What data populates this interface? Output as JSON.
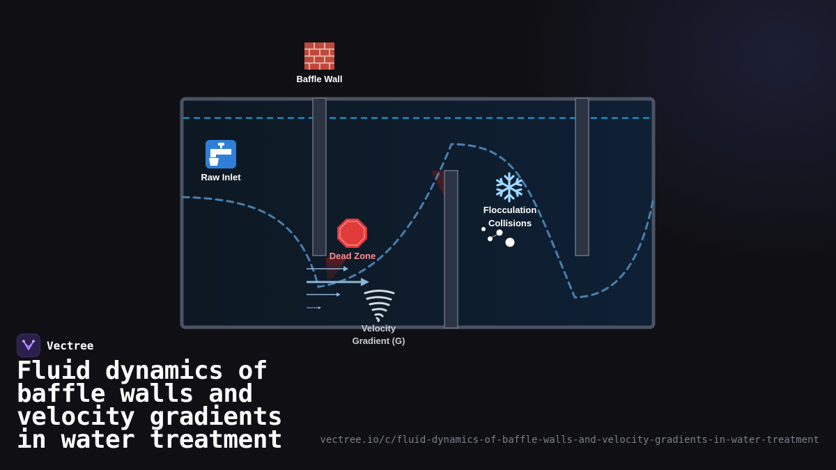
{
  "diagram": {
    "labels": {
      "baffle_wall": "Baffle Wall",
      "raw_inlet": "Raw Inlet",
      "dead_zone": "Dead Zone",
      "flocculation_line1": "Flocculation",
      "flocculation_line2": "Collisions",
      "velocity_line1": "Velocity",
      "velocity_line2": "Gradient (G)"
    },
    "icons": {
      "baffle_wall": "brick-icon",
      "raw_inlet": "faucet-icon",
      "dead_zone": "stop-sign-icon",
      "flocculation": "snowflake-icon",
      "velocity": "tornado-icon"
    },
    "colors": {
      "tank_border": "#4a5263",
      "water": "#0e1a26",
      "water_surface": "#1ea7e0",
      "flow_path": "#4a7fae",
      "baffle": "#2c3444",
      "dead_zone": "#ff8f8f"
    }
  },
  "brand": {
    "name": "Vectree",
    "color": "#9b6cf0"
  },
  "title": "Fluid dynamics of baffle walls and velocity gradients in water treatment",
  "url": "vectree.io/c/fluid-dynamics-of-baffle-walls-and-velocity-gradients-in-water-treatment"
}
